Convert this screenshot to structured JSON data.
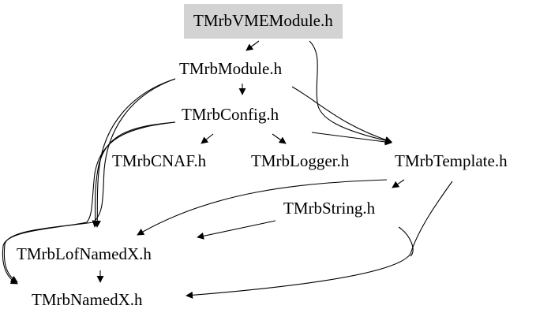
{
  "nodes": {
    "vme_module": "TMrbVMEModule.h",
    "module": "TMrbModule.h",
    "config": "TMrbConfig.h",
    "cnaf": "TMrbCNAF.h",
    "logger": "TMrbLogger.h",
    "template": "TMrbTemplate.h",
    "string": "TMrbString.h",
    "lof_named_x": "TMrbLofNamedX.h",
    "named_x": "TMrbNamedX.h"
  },
  "colors": {
    "root_fill": "#d3d3d3",
    "edge": "#000000",
    "text": "#000000"
  }
}
